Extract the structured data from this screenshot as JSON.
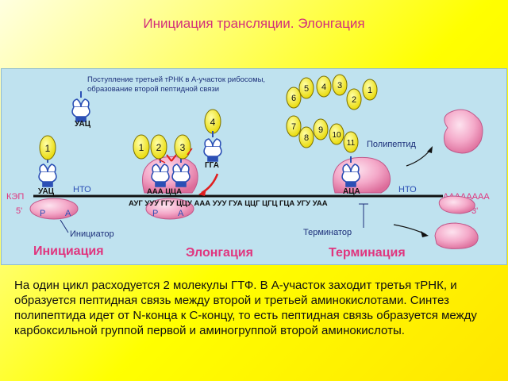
{
  "title": "Инициация трансляции. Элонгация",
  "diagram": {
    "note_line1": "Поступление третьей тРНК в А-участок рибосомы,",
    "note_line2": "образование второй пептидной связи",
    "anticodon_top_left": "УАЦ",
    "anticodon_gga": "ГГА",
    "kep": "КЭП",
    "five_prime": "5'",
    "three_prime": "3'",
    "poly_a": "АААААААА",
    "nto_left": "НТО",
    "nto_right": "НТО",
    "anticodon_initiator": "УАЦ",
    "anticodons_elongation": "ААА ЦЦА",
    "anticodon_terminator": "АЦА",
    "mrna_sequence": "АУГ УУУ ГГУ ЦЦУ ААА УУУ ГУА ЦЦГ ЦГЦ ГЦА УГУ УАА",
    "site_p": "Р",
    "site_a": "А",
    "initiator_label": "Инициатор",
    "terminator_label": "Терминатор",
    "polypeptide_label": "Полипептид",
    "stage_initiation": "Инициация",
    "stage_elongation": "Элонгация",
    "stage_termination": "Терминация",
    "aa_init": "1",
    "aa_elong": [
      "1",
      "2",
      "3"
    ],
    "aa_incoming": "4",
    "aa_chain_top": [
      "5",
      "4",
      "3",
      "1",
      "6",
      "2"
    ],
    "aa_chain_bottom": [
      "7",
      "9",
      "10",
      "8",
      "11"
    ]
  },
  "caption": "На один цикл расходуется 2 молекулы ГТФ. В А-участок заходит третья тРНК, и образуется пептидная связь между второй и третьей аминокислотами. Синтез полипептида идет от N-конца к С-концу, то есть пептидная связь образуется между карбоксильной группой первой и аминогруппой второй аминокислоты.",
  "colors": {
    "title": "#d32f7a",
    "panel": "#bfe2ef",
    "stage_labels": "#e0357e",
    "amino_acid_fill": "#f5f02a",
    "ribosome": "#f3a9c9",
    "trna": "#2b4fb5",
    "arrow_red": "#e02020"
  }
}
